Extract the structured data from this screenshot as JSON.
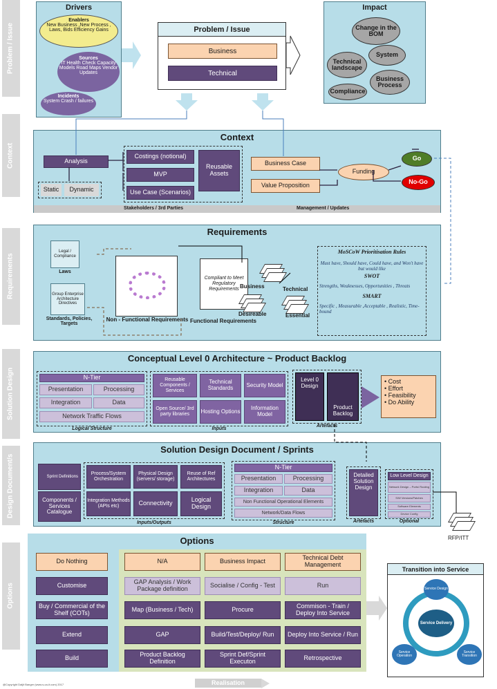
{
  "side_labels": [
    "Problem / Issue",
    "Context",
    "Requirements",
    "Solution Design",
    "Design Document/s",
    "Options"
  ],
  "drivers": {
    "title": "Drivers",
    "enablers_title": "Enablers",
    "enablers_text": "New Business ,New Process , Laws, Bids Efficiency Gains",
    "sources_title": "Sources",
    "sources_text": "IT Health Check Capacity Models Road Maps Vendor Updates",
    "incidents_title": "Incidents",
    "incidents_text": "System Crash / failures"
  },
  "problem": {
    "title": "Problem / Issue",
    "business": "Business",
    "technical": "Technical"
  },
  "impact": {
    "title": "Impact",
    "bom": "Change in the BOM",
    "landscape": "Technical landscape",
    "system": "System",
    "process": "Business Process",
    "compliance": "Compliance"
  },
  "context": {
    "title": "Context",
    "analysis": "Analysis",
    "static": "Static",
    "dynamic": "Dynamic",
    "costings": "Costings (notional)",
    "mvp": "MVP",
    "use_case": "Use Case (Scenarios)",
    "reusable": "Reusable Assets",
    "business_case": "Business Case",
    "value_prop": "Value Proposition",
    "funding": "Funding",
    "go": "Go",
    "nogo": "No-Go",
    "footer_left": "Stakeholders / 3rd Parties",
    "footer_right": "Management / Updates"
  },
  "requirements": {
    "title": "Requirements",
    "legal": "Legal / Compliance",
    "laws": "Laws",
    "group": "Group Enterprise Architecture Directives",
    "standards": "Standards, Policies, Targets",
    "nonfunctional": "Non - Functional Requirements",
    "compliant": "Compliant to Meet Regulatory Requirements",
    "functional": "Functional Requirements",
    "business": "Business",
    "technical": "Technical",
    "desireable": "Desireable",
    "essential": "Essential",
    "moscow_title": "MoSCoW Prioritisation Rules",
    "moscow_text": "Must have, Should have, Could have, and Won't have but would like",
    "swot_title": "SWOT",
    "swot_text": "Strengths, Weaknesses, Opportunities , Threats",
    "smart_title": "SMART",
    "smart_text": "Specific , Measurable ,Acceptable , Realistic, Time-bound"
  },
  "conceptual": {
    "title": "Conceptual Level 0 Architecture ~ Product Backlog",
    "ntier": "N-Tier",
    "presentation": "Presentation",
    "processing": "Processing",
    "integration": "Integration",
    "data": "Data",
    "network": "Network Traffic Flows",
    "logical_caption": "Logical Structure",
    "reusable": "Reusable Components / Services",
    "technical_standards": "Technical Standards",
    "security": "Security Model",
    "opensource": "Open Source/ 3rd party libraries",
    "hosting": "Hosting Options",
    "information": "Information Model",
    "inputs_caption": "Inputs",
    "level0": "Level 0 Design",
    "backlog": "Product Backlog",
    "artefacts_caption": "Artefacts",
    "outcomes": [
      "Cost",
      "Effort",
      "Feasibility",
      "Do Ability"
    ]
  },
  "sdd": {
    "title": "Solution Design Document / Sprints",
    "sprint_defs": "Sprint Definitions",
    "components": "Components / Services Catalogue",
    "process": "Process/System Orchestration",
    "physical": "Physical Design (servers/ storage)",
    "reuse": "Reuse of Ref Architectures",
    "integration_methods": "Integration Methods (APIs etc)",
    "connectivity": "Connectivity",
    "logical": "Logical Design",
    "io_caption": "Inputs/Outputs",
    "ntier": "N-Tier",
    "presentation": "Presentation",
    "processing": "Processing",
    "integration": "Integration",
    "data": "Data",
    "nfoe": "Non Functional Operational Elements",
    "netflows": "Network/Data Flows",
    "structure_caption": "Structure",
    "detailed": "Detailed Solution Design",
    "artefacts_caption": "Artefacts",
    "lld": "Low Level Design",
    "lld_items": [
      "Network Design – Ports/ Routing",
      "S/W Versions/Patches",
      "Software Elements",
      "Device Config"
    ],
    "optional_caption": "Optional",
    "rfp": "RFP/ITT"
  },
  "options": {
    "title": "Options",
    "rows": [
      [
        "Do Nothing",
        "N/A",
        "Business Impact",
        "Technical Debt Management"
      ],
      [
        "Customise",
        "GAP Analysis / Work Package definition",
        "Socialise / Config - Test",
        "Run"
      ],
      [
        "Buy / Commercial of the Shelf (COTs)",
        "Map (Business / Tech)",
        "Procure",
        "Commison - Train / Deploy Into Service"
      ],
      [
        "Extend",
        "GAP",
        "Build/Test/Deploy/ Run",
        "Deploy Into Service / Run"
      ],
      [
        "Build",
        "Product Backlog Definition",
        "Sprint Def/Sprint Executon",
        "Retrospective"
      ]
    ]
  },
  "transition": {
    "title": "Transition into Service",
    "design": "Service Design",
    "delivery": "Service Delivery",
    "operation": "Service Operation",
    "transition": "Service Transition"
  },
  "realisation": "Realisation",
  "copyright": "@Copyright Daljit Banger (www.s-ca-it.com) 2017",
  "colors": {
    "panel": "#b7dde8",
    "orange": "#fbd3b0",
    "purple": "#604a7b",
    "green": "#d8e4bc",
    "cycle": "#2e75b6"
  }
}
